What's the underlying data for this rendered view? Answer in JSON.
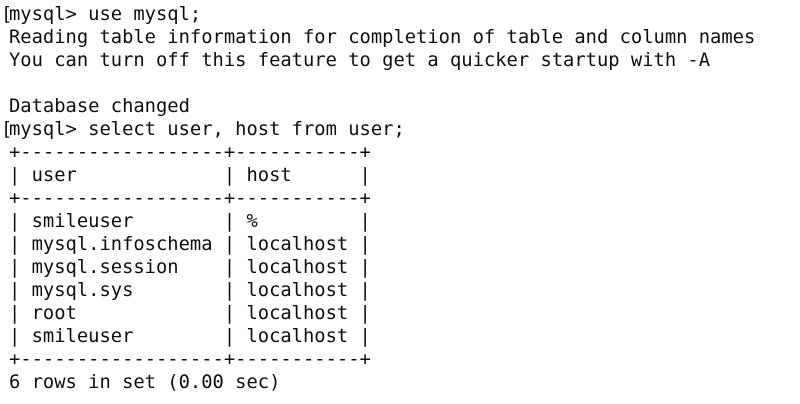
{
  "colors": {
    "background": "#ffffff",
    "text": "#0d0d0d"
  },
  "terminal": {
    "prompt": "mysql>",
    "commands": [
      "use mysql;",
      "select user, host from user;"
    ],
    "messages": [
      "Reading table information for completion of table and column names",
      "You can turn off this feature to get a quicker startup with -A",
      "Database changed"
    ],
    "result_table": {
      "headers": [
        "user",
        "host"
      ],
      "rows": [
        [
          "smileuser",
          "%"
        ],
        [
          "mysql.infoschema",
          "localhost"
        ],
        [
          "mysql.session",
          "localhost"
        ],
        [
          "mysql.sys",
          "localhost"
        ],
        [
          "root",
          "localhost"
        ],
        [
          "smileuser",
          "localhost"
        ]
      ],
      "summary": "6 rows in set (0.00 sec)"
    },
    "lines": [
      {
        "mark": "[",
        "text": "mysql> use mysql;"
      },
      {
        "mark": "",
        "text": "Reading table information for completion of table and column names"
      },
      {
        "mark": "",
        "text": "You can turn off this feature to get a quicker startup with -A"
      },
      {
        "mark": "",
        "text": ""
      },
      {
        "mark": "",
        "text": "Database changed"
      },
      {
        "mark": "[",
        "text": "mysql> select user, host from user;"
      },
      {
        "mark": "",
        "text": "+------------------+-----------+"
      },
      {
        "mark": "",
        "text": "| user             | host      |"
      },
      {
        "mark": "",
        "text": "+------------------+-----------+"
      },
      {
        "mark": "",
        "text": "| smileuser        | %         |"
      },
      {
        "mark": "",
        "text": "| mysql.infoschema | localhost |"
      },
      {
        "mark": "",
        "text": "| mysql.session    | localhost |"
      },
      {
        "mark": "",
        "text": "| mysql.sys        | localhost |"
      },
      {
        "mark": "",
        "text": "| root             | localhost |"
      },
      {
        "mark": "",
        "text": "| smileuser        | localhost |"
      },
      {
        "mark": "",
        "text": "+------------------+-----------+"
      },
      {
        "mark": "",
        "text": "6 rows in set (0.00 sec)"
      }
    ]
  }
}
